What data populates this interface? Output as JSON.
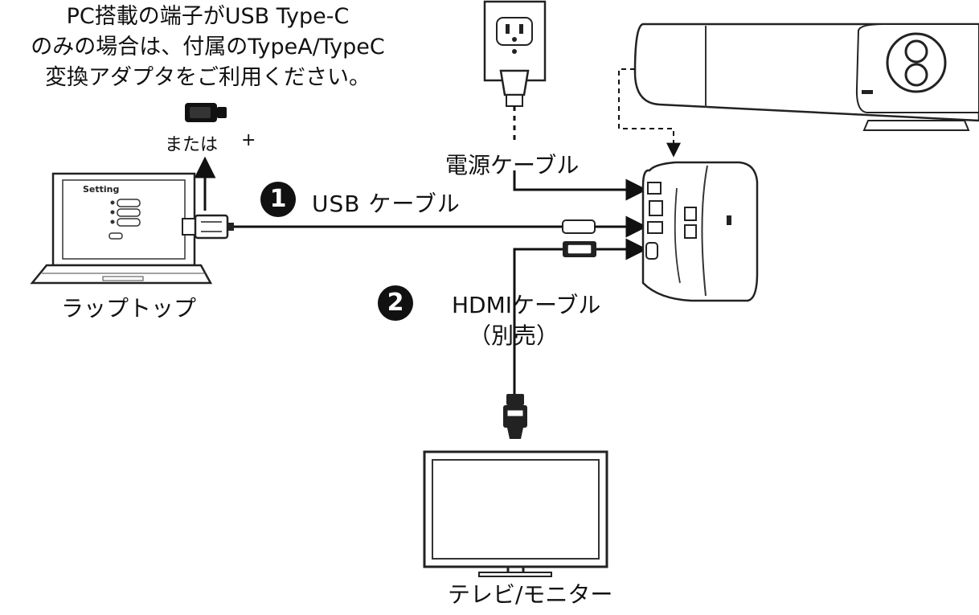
{
  "note": {
    "line1": "PC搭載の端子がUSB Type-C",
    "line2": "のみの場合は、付属のTypeA/TypeC",
    "line3": "変換アダプタをご利用ください。"
  },
  "adapter": {
    "or_text": "または",
    "plus": "+"
  },
  "laptop": {
    "label": "ラップトップ",
    "screen_title": "Setting"
  },
  "power": {
    "label": "電源ケーブル"
  },
  "usb": {
    "step": "1",
    "label": "USB ケーブル"
  },
  "hdmi": {
    "step": "2",
    "label": "HDMIケーブル",
    "sold_separately": "（別売）"
  },
  "tv": {
    "label": "テレビ/モニター"
  },
  "colors": {
    "line": "#111111",
    "background": "#ffffff"
  }
}
